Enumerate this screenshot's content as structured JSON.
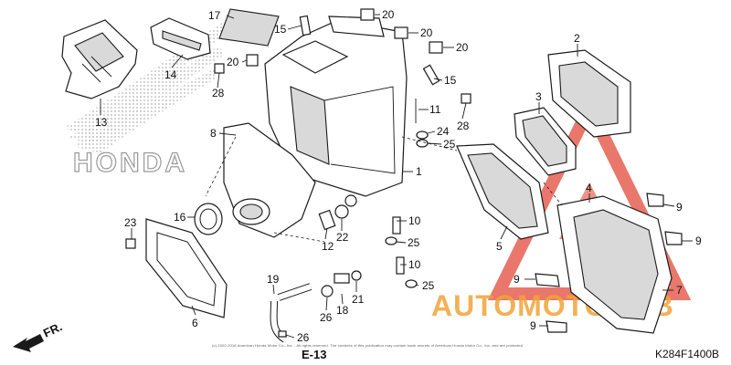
{
  "diagram": {
    "code": "K284F1400B",
    "fr_label": "FR.",
    "ref_label": "E-13",
    "copyright": "(c) 2002-2016 American Honda Motor Co., Inc. - All rights reserved. The contents of this publication may contain trade secrets of American Honda Motor Co., Inc. and are protected",
    "watermark_brand": "HONDA",
    "watermark_shop": "AUTOMOTOHUB"
  },
  "callouts": {
    "c1": "1",
    "c2": "2",
    "c3": "3",
    "c4": "4",
    "c5": "5",
    "c6": "6",
    "c7": "7",
    "c8": "8",
    "c9a": "9",
    "c9b": "9",
    "c9c": "9",
    "c9d": "9",
    "c10a": "10",
    "c10b": "10",
    "c11": "11",
    "c12": "12",
    "c13": "13",
    "c14": "14",
    "c15a": "15",
    "c15b": "15",
    "c16": "16",
    "c17": "17",
    "c18": "18",
    "c19": "19",
    "c20a": "20",
    "c20b": "20",
    "c20c": "20",
    "c20d": "20",
    "c21": "21",
    "c22": "22",
    "c23": "23",
    "c24": "24",
    "c25a": "25",
    "c25b": "25",
    "c25c": "25",
    "c26a": "26",
    "c26b": "26",
    "c28a": "28",
    "c28b": "28"
  },
  "colors": {
    "watermark_red": "#e24a3b",
    "watermark_orange": "#f2a338",
    "watermark_grey": "#b8b8b8"
  }
}
